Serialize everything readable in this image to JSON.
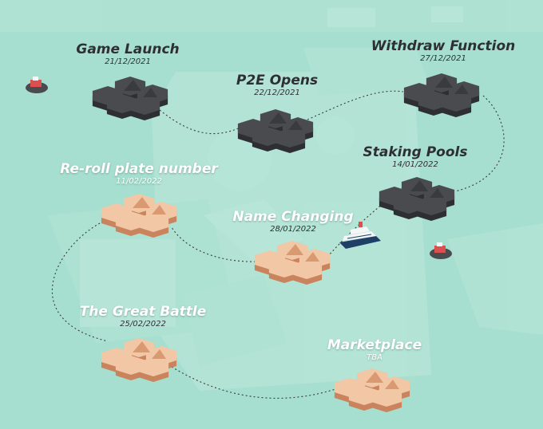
{
  "roadmap": {
    "milestones": [
      {
        "id": "game-launch",
        "title": "Game Launch",
        "date": "21/12/2021",
        "status": "done"
      },
      {
        "id": "p2e-opens",
        "title": "P2E Opens",
        "date": "22/12/2021",
        "status": "done"
      },
      {
        "id": "withdraw-function",
        "title": "Withdraw Function",
        "date": "27/12/2021",
        "status": "done"
      },
      {
        "id": "staking-pools",
        "title": "Staking Pools",
        "date": "14/01/2022",
        "status": "done"
      },
      {
        "id": "name-changing",
        "title": "Name Changing",
        "date": "28/01/2022",
        "status": "upcoming"
      },
      {
        "id": "re-roll-plate",
        "title": "Re-roll plate number",
        "date": "11/02/2022",
        "status": "upcoming"
      },
      {
        "id": "great-battle",
        "title": "The Great Battle",
        "date": "25/02/2022",
        "status": "upcoming"
      },
      {
        "id": "marketplace",
        "title": "Marketplace",
        "date": "TBA",
        "status": "upcoming"
      }
    ]
  },
  "colors": {
    "sea": "#a6dfcf",
    "sea_light": "#bfe8db",
    "completed_island": "#4a4b4f",
    "completed_island_side": "#2e2f33",
    "upcoming_island": "#f2c7a5",
    "upcoming_island_side": "#c9845e",
    "path_line": "#3b3b3b",
    "ship_hull": "#1f3f66",
    "tug_boat": "#d9504e"
  },
  "icons": {
    "island": "hexagonal-island-icon",
    "ship": "cruise-ship-icon",
    "tug": "tug-boat-icon"
  }
}
